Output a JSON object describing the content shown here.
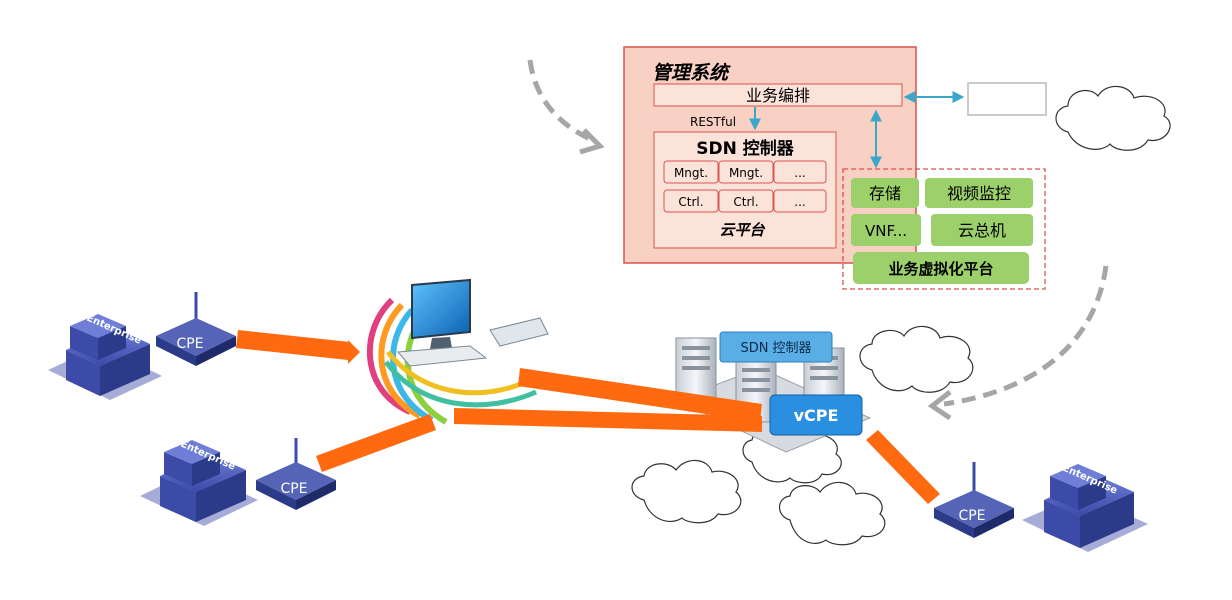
{
  "mgmt": {
    "title": "管理系统",
    "orchestration": "业务编排",
    "restful": "RESTful",
    "sdn_controller": "SDN 控制器",
    "mngt_1": "Mngt.",
    "mngt_2": "Mngt.",
    "mngt_more": "...",
    "ctrl_1": "Ctrl.",
    "ctrl_2": "Ctrl.",
    "ctrl_more": "...",
    "cloud_platform": "云平台"
  },
  "services": {
    "storage": "存储",
    "video_monitor": "视频监控",
    "vnf": "VNF...",
    "cloud_switch": "云总机",
    "platform": "业务虚拟化平台"
  },
  "datacenter": {
    "sdn_controller": "SDN 控制器",
    "vcpe": "vCPE"
  },
  "sites": {
    "enterprise_label": "Enterprise",
    "cpe_label": "CPE"
  },
  "colors": {
    "mgmt_fill": "#f8d0c4",
    "mgmt_border": "#d9534f",
    "green": "#9bd06a",
    "arrow_blue": "#3aa7c8",
    "link_orange": "#ff6a10",
    "blue_box": "#5aaee6",
    "building": "#3c4aa8"
  }
}
